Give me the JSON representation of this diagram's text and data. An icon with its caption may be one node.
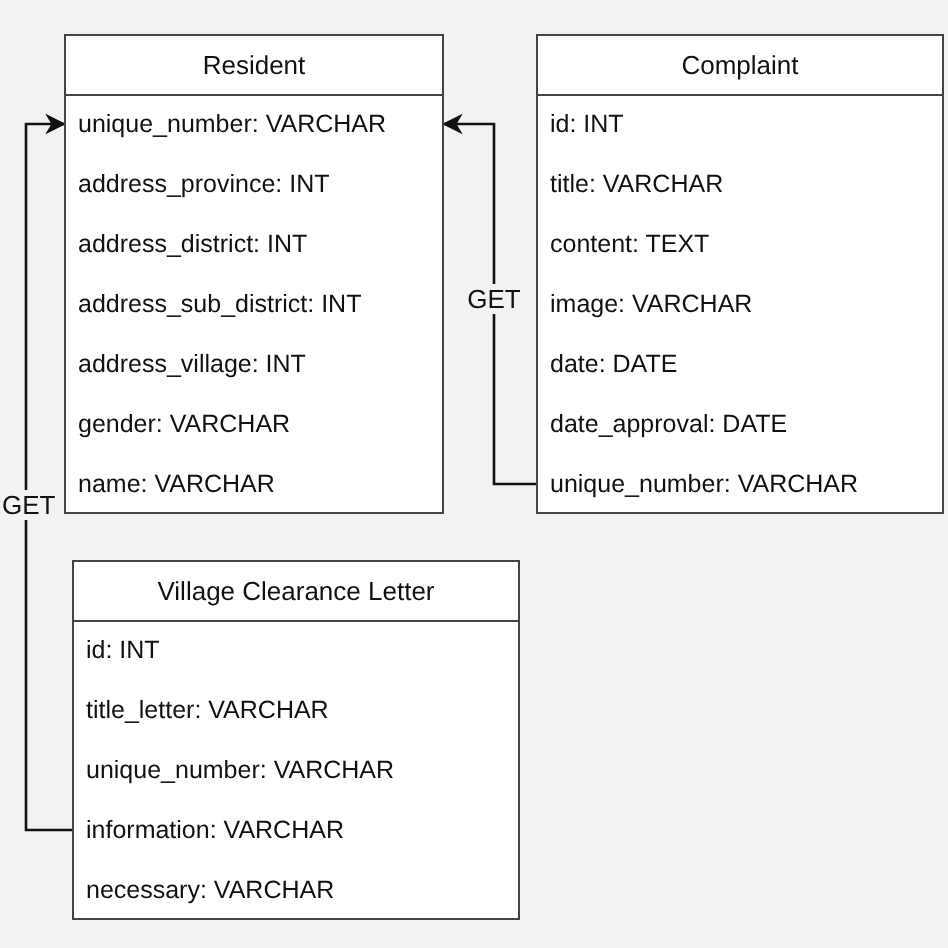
{
  "diagram": {
    "nodes": [
      {
        "text": [
          "Resident"
        ]
      },
      {
        "text": [
          "unique_number: VARCHAR"
        ],
        "in": 0
      },
      {
        "text": [
          "address_province: INT"
        ],
        "in": 0
      },
      {
        "text": [
          "address_district: INT"
        ],
        "in": 0
      },
      {
        "text": [
          "address_sub_district: INT"
        ],
        "in": 0
      },
      {
        "text": [
          "address_village: INT"
        ],
        "in": 0
      },
      {
        "text": [
          "gender: VARCHAR"
        ],
        "in": 0
      },
      {
        "text": [
          "name: VARCHAR"
        ],
        "in": 0
      },
      {
        "text": [
          "Complaint"
        ]
      },
      {
        "text": [
          "id: INT"
        ],
        "in": 8
      },
      {
        "text": [
          "title: VARCHAR"
        ],
        "in": 8
      },
      {
        "text": [
          "content: TEXT"
        ],
        "in": 8
      },
      {
        "text": [
          "image: VARCHAR"
        ],
        "in": 8
      },
      {
        "text": [
          "date: DATE"
        ],
        "in": 8
      },
      {
        "text": [
          "date_approval: DATE"
        ],
        "in": 8
      },
      {
        "text": [
          "unique_number: VARCHAR"
        ],
        "in": 8
      },
      {
        "text": [
          "Village Clearance Letter"
        ]
      },
      {
        "text": [
          "id: INT"
        ],
        "in": 16
      },
      {
        "text": [
          "title_letter: VARCHAR"
        ],
        "in": 16
      },
      {
        "text": [
          "unique_number: VARCHAR"
        ],
        "in": 16
      },
      {
        "text": [
          "information: VARCHAR"
        ],
        "in": 16
      },
      {
        "text": [
          "necessary: VARCHAR"
        ],
        "in": 16
      }
    ],
    "edges": [
      {
        "from": 15,
        "to": 1,
        "arrow": "to",
        "label": "GET"
      },
      {
        "from": 20,
        "to": 1,
        "arrow": "to",
        "label": "GET"
      }
    ]
  }
}
